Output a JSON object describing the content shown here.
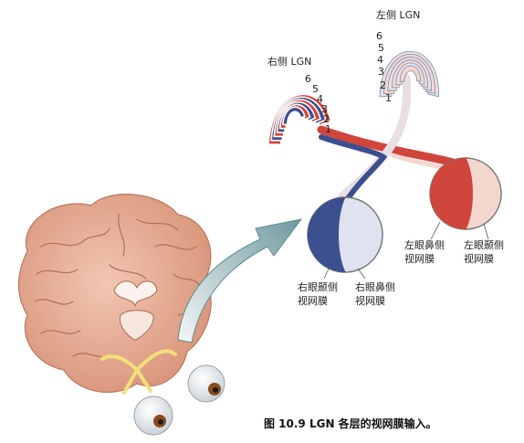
{
  "labels": {
    "right_lgn": "右侧 LGN",
    "left_lgn": "左侧 LGN",
    "left_eye_nasal_line1": "左眼鼻侧",
    "left_eye_nasal_line2": "视网膜",
    "left_eye_temporal_line1": "左眼颞侧",
    "left_eye_temporal_line2": "视网膜",
    "right_eye_temporal_line1": "右眼颞侧",
    "right_eye_temporal_line2": "视网膜",
    "right_eye_nasal_line1": "右眼鼻侧",
    "right_eye_nasal_line2": "视网膜"
  },
  "layers_right": [
    "6",
    "5",
    "4",
    "3",
    "2",
    "1"
  ],
  "layers_left": [
    "6",
    "5",
    "4",
    "3",
    "2",
    "1"
  ],
  "caption": "图 10.9   LGN 各层的视网膜输入。",
  "colors": {
    "red": "#d0453c",
    "blue": "#3c4f8e",
    "pale_red": "#f3d7cf",
    "pale_blue": "#dfe3ef",
    "brain": "#e9b7a0",
    "arrow": "#6f9aa0"
  }
}
